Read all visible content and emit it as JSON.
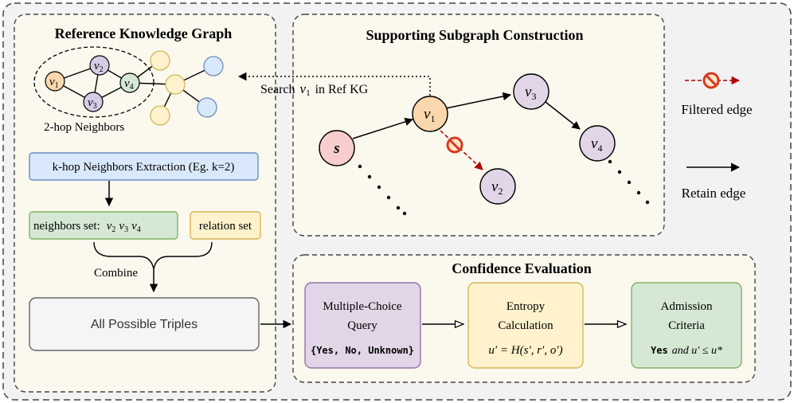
{
  "panels": {
    "ref_kg_title": "Reference Knowledge Graph",
    "subgraph_title": "Supporting Subgraph Construction",
    "confidence_title": "Confidence Evaluation"
  },
  "ref_kg": {
    "nodes": {
      "v1": "v",
      "v1_sub": "1",
      "v2": "v",
      "v2_sub": "2",
      "v3": "v",
      "v3_sub": "3",
      "v4": "v",
      "v4_sub": "4"
    },
    "neighbors_caption": "2-hop Neighbors",
    "extraction_box": "k-hop Neighbors Extraction (Eg. k=2)",
    "neighbors_set_label": "neighbors set:",
    "neighbors_set_values": {
      "v": "v",
      "a": "2",
      "b": "3",
      "c": "4"
    },
    "relation_set": "relation set",
    "combine": "Combine",
    "all_triples": "All Possible Triples"
  },
  "subgraph": {
    "search_label": "Search",
    "search_var": "v",
    "search_sub": "1",
    "search_rest": "in Ref KG",
    "nodes": {
      "s": "s",
      "v1": "v",
      "v1_sub": "1",
      "v2": "v",
      "v2_sub": "2",
      "v3": "v",
      "v3_sub": "3",
      "v4": "v",
      "v4_sub": "4"
    }
  },
  "legend": {
    "filtered_edge": "Filtered edge",
    "retain_edge": "Retain edge"
  },
  "confidence": {
    "mcq_line1": "Multiple-Choice",
    "mcq_line2": "Query",
    "mcq_options": "{Yes, No, Unknown}",
    "entropy_line1": "Entropy",
    "entropy_line2": "Calculation",
    "entropy_formula": "u′ = H(s′, r′, o′)",
    "admission_line1": "Admission",
    "admission_line2": "Criteria",
    "admission_yes": "Yes",
    "admission_rest": "and u′ ≤ u*"
  },
  "colors": {
    "outer_bg": "#f2f2f2",
    "panel_bg": "#fbf8ee",
    "node_orange": "#fad7ac",
    "node_purple": "#d5cce6",
    "node_green": "#d5e8d4",
    "node_yellow": "#fff2cc",
    "node_blue": "#dae8fc",
    "node_red": "#f8cecc",
    "filtered_red": "#b20000",
    "box_blue": "#dae8fc",
    "box_green": "#d5e8d4",
    "box_yellow": "#fff2cc",
    "box_purple": "#e1d5e7",
    "box_gray": "#f5f5f5"
  }
}
